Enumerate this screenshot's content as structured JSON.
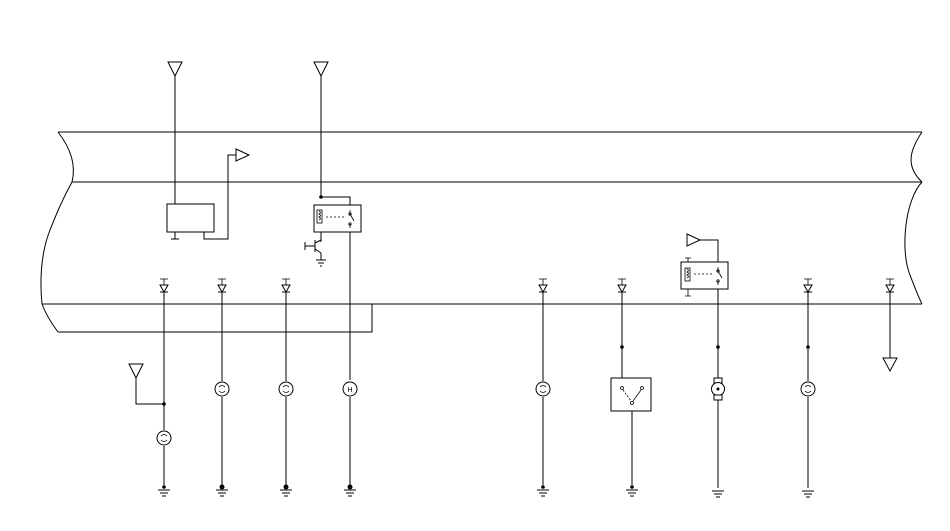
{
  "diagram": {
    "type": "wiring-schematic",
    "bulb_labels": {
      "lamp_b": "H"
    },
    "components": {
      "control_module": "box",
      "relay_left": "relay",
      "relay_right": "relay",
      "switch_box": "switch",
      "motor": "motor",
      "transistor": "transistor"
    },
    "colors": {
      "line": "#000000",
      "background": "#ffffff"
    }
  }
}
